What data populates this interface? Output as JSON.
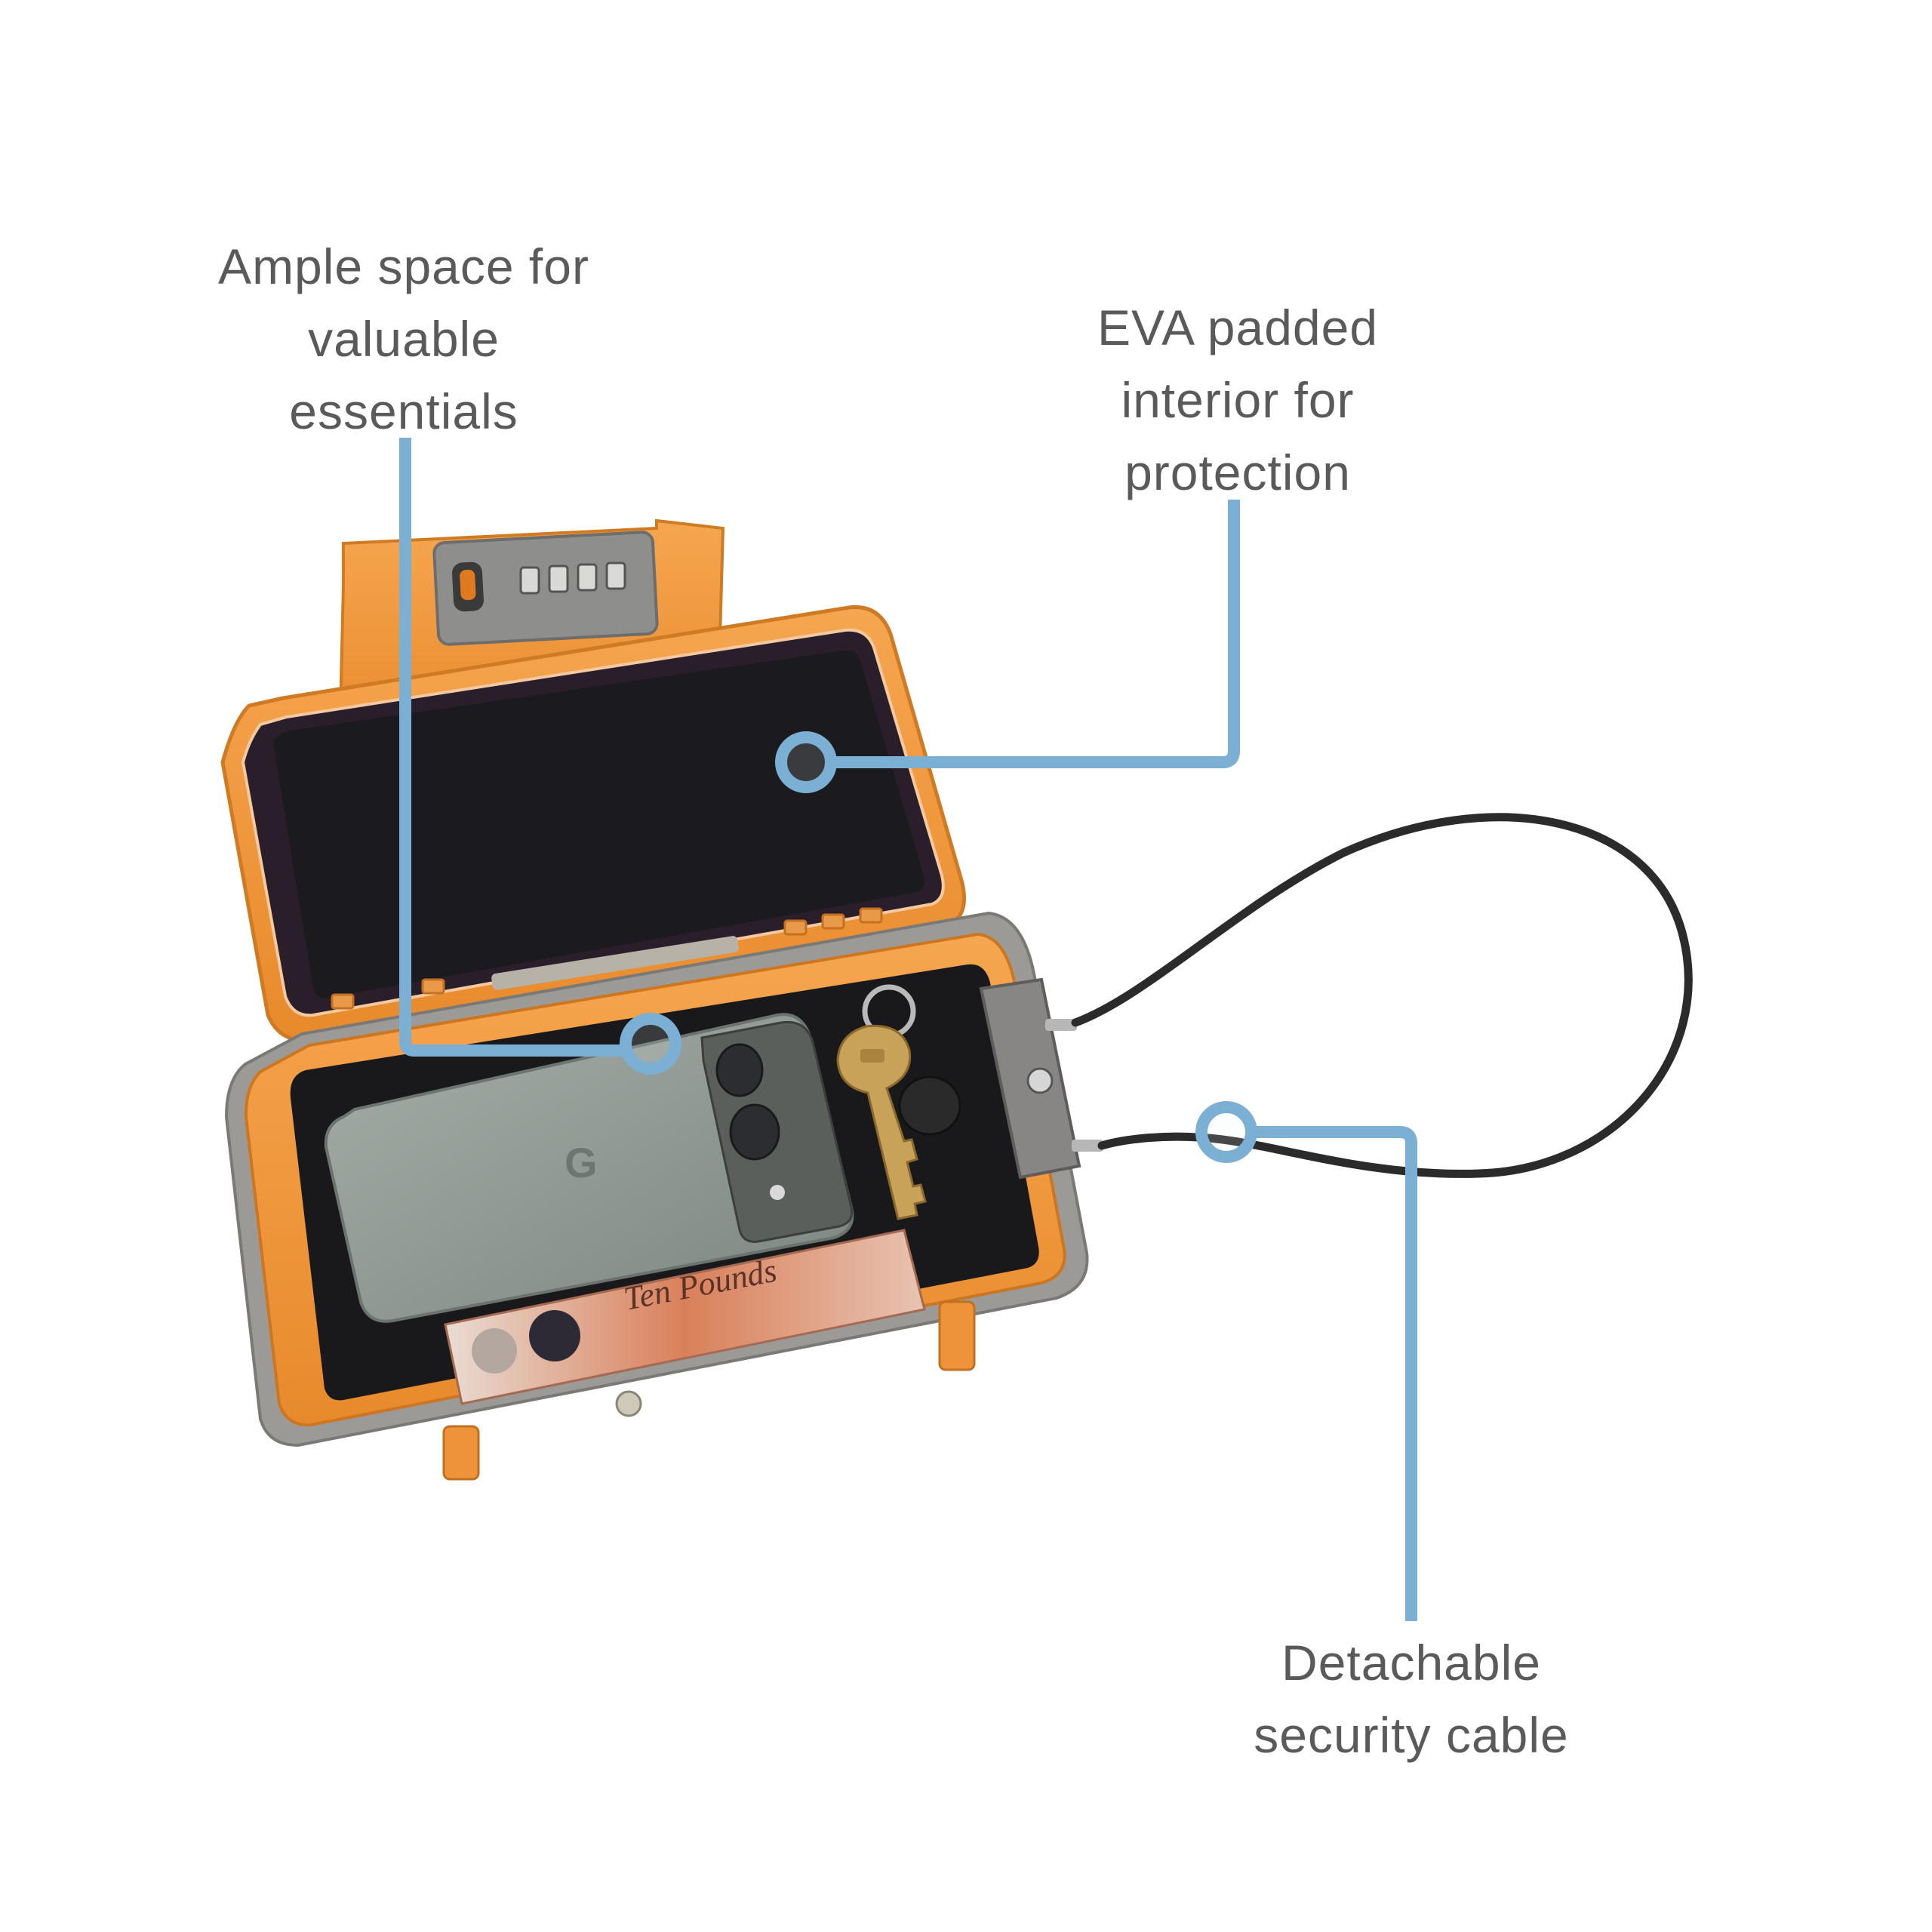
{
  "callouts": [
    {
      "id": "space",
      "text": "Ample space for\nvaluable\nessentials"
    },
    {
      "id": "eva",
      "text": "EVA padded\ninterior for\nprotection"
    },
    {
      "id": "cable",
      "text": "Detachable\nsecurity cable"
    }
  ],
  "colors": {
    "leader": "#7bafd4",
    "text": "#5a5a5a",
    "case_orange": "#f39a3e",
    "case_grey": "#9a9a9a",
    "interior": "#1b1b1f",
    "phone": "#8f9a92",
    "cable": "#2b2b2b",
    "key": "#c9a25a"
  },
  "banknote": {
    "text": "Ten Pounds"
  }
}
